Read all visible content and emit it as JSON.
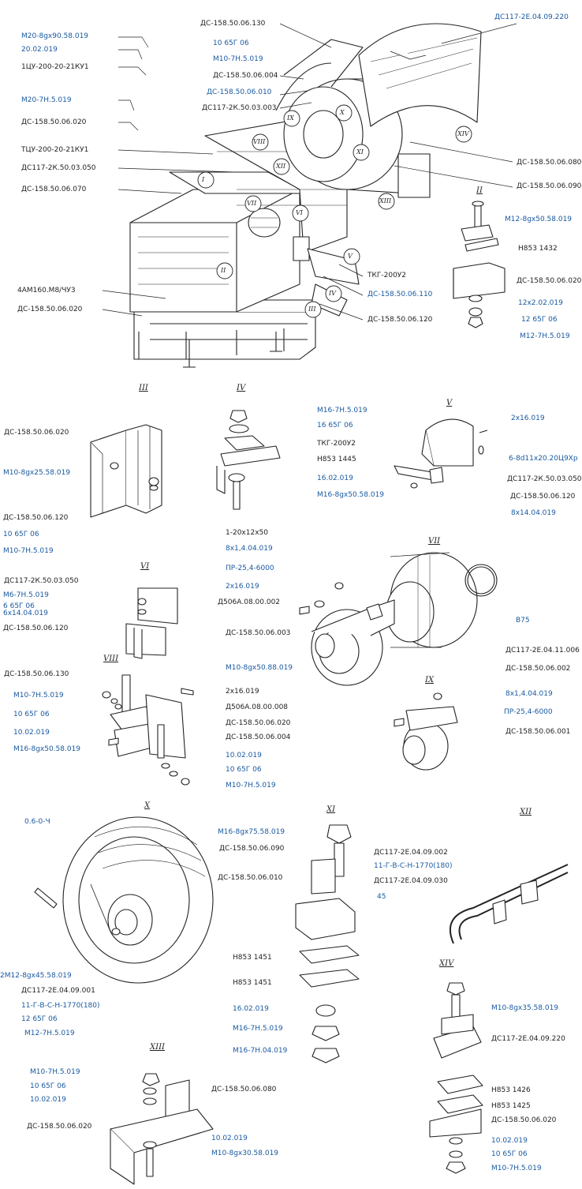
{
  "colors": {
    "ink": "#1f1f1f",
    "link": "#1a5aa0"
  },
  "sections": {
    "s2": "II",
    "s3": "III",
    "s4": "IV",
    "s5": "V",
    "s6": "VI",
    "s7": "VII",
    "s8": "VIII",
    "s9": "IX",
    "s10": "X",
    "s11": "XI",
    "s12": "XII",
    "s13": "XIII",
    "s14": "XIV"
  },
  "callouts": {
    "c1": "I",
    "c2": "II",
    "c3": "III",
    "c4": "IV",
    "c5": "V",
    "c6": "VI",
    "c7": "VII",
    "c8": "VIII",
    "c9": "IX",
    "c10": "X",
    "c11": "XI",
    "c12": "XII",
    "c13": "XIII",
    "c14": "XIV"
  },
  "main": {
    "m1": "М20-8gх90.58.019",
    "m2": "20.02.019",
    "m3": "1ЦУ-200-20-21КУ1",
    "m4": "М20-7Н.5.019",
    "m5": "ДС-158.50.06.020",
    "m6": "ТЦУ-200-20-21КУ1",
    "m7": "ДС117-2К.50.03.050",
    "m8": "ДС-158.50.06.070",
    "m9": "4АМ160.М8/ЧУ3",
    "m10": "ДС-158.50.06.020",
    "m11": "ДС-158.50.06.130",
    "m12": "10 65Г 06",
    "m13": "М10-7Н.5.019",
    "m14": "ДС-158.50.06.004",
    "m15": "ДС-158.50.06.010",
    "m16": "ДС117-2К.50.03.003",
    "m17": "ДС117-2Е.04.09.220",
    "m18": "ДС-158.50.06.080",
    "m19": "ДС-158.50.06.090",
    "m20": "ТКГ-200У2",
    "m21": "ДС-158.50.06.110",
    "m22": "ДС-158.50.06.120"
  },
  "detail_ii": {
    "a": "М12-8gх50.58.019",
    "b": "Н853 1432",
    "c": "ДС-158.50.06.020",
    "d": "12х2.02.019",
    "e": "12 65Г 06",
    "f": "М12-7Н.5.019"
  },
  "detail_iii": {
    "a": "ДС-158.50.06.020",
    "b": "М10-8gх25.58.019",
    "c": "ДС-158.50.06.120",
    "d": "10 65Г 06",
    "e": "М10-7Н.5.019"
  },
  "detail_iv": {
    "a": "М16-7Н.5.019",
    "b": "16 65Г 06",
    "c": "ТКГ-200У2",
    "d": "Н853 1445",
    "e": "16.02.019",
    "f": "М16-8gх50.58.019"
  },
  "detail_v": {
    "a": "2х16.019",
    "b": "6-8d11х20.20Ц9Хр",
    "c": "ДС117-2К.50.03.050",
    "d": "ДС-158.50.06.120",
    "e": "8х14.04.019"
  },
  "detail_vi": {
    "a": "ДС117-2К.50.03.050",
    "b": "М6-7Н.5.019",
    "c": "6 65Г 06",
    "d": "6х14.04.019",
    "e": "ДС-158.50.06.120"
  },
  "detail_vii": {
    "a": "1-20х12х50",
    "b": "8х1,4.04.019",
    "c": "ПР-25,4-6000",
    "d": "2х16.019",
    "e": "Д506А.08.00.002",
    "f": "ДС-158.50.06.003",
    "g": "В75",
    "h": "ДС117-2Е.04.11.006",
    "i": "ДС-158.50.06.002"
  },
  "detail_viii": {
    "a": "ДС-158.50.06.130",
    "b": "М10-7Н.5.019",
    "c": "10 65Г 06",
    "d": "10.02.019",
    "e": "М16-8gх50.58.019",
    "f": "М10-8gх50.88.019",
    "g": "ДС-158.50.06.020",
    "h": "ДС-158.50.06.004",
    "i": "10.02.019",
    "j": "10 65Г 06",
    "k": "М10-7Н.5.019"
  },
  "detail_ix": {
    "a": "2х16.019",
    "b": "Д506А.08.00.008",
    "c": "8х1,4.04.019",
    "d": "ПР-25,4-6000",
    "e": "ДС-158.50.06.001"
  },
  "detail_x": {
    "a": "0.6-0-Ч",
    "b": "2М12-8gх45.58.019",
    "c": "ДС117-2Е.04.09.001",
    "d": "11-Г-В-С-Н-1770(180)",
    "e": "12 65Г 06",
    "f": "М12-7Н.5.019"
  },
  "detail_xi": {
    "a": "М16-8gх75.58.019",
    "b": "ДС-158.50.06.090",
    "c": "ДС-158.50.06.010",
    "d": "Н853 1451",
    "e": "Н853 1451",
    "f": "16.02.019",
    "g": "М16-7Н.5.019",
    "h": "М16-7Н.04.019"
  },
  "detail_xii": {
    "a": "ДС117-2Е.04.09.002",
    "b": "11-Г-В-С-Н-1770(180)",
    "c": "ДС117-2Е.04.09.030",
    "d": "45"
  },
  "detail_xiii": {
    "a": "М10-7Н.5.019",
    "b": "10 65Г 06",
    "c": "10.02.019",
    "d": "ДС-158.50.06.080",
    "e": "ДС-158.50.06.020",
    "f": "10.02.019",
    "g": "М10-8gх30.58.019"
  },
  "detail_xiv": {
    "a": "М10-8gх35.58.019",
    "b": "ДС117-2Е.04.09.220",
    "c": "Н853 1426",
    "d": "Н853 1425",
    "e": "ДС-158.50.06.020",
    "f": "10.02.019",
    "g": "10 65Г 06",
    "h": "М10-7Н.5.019"
  }
}
